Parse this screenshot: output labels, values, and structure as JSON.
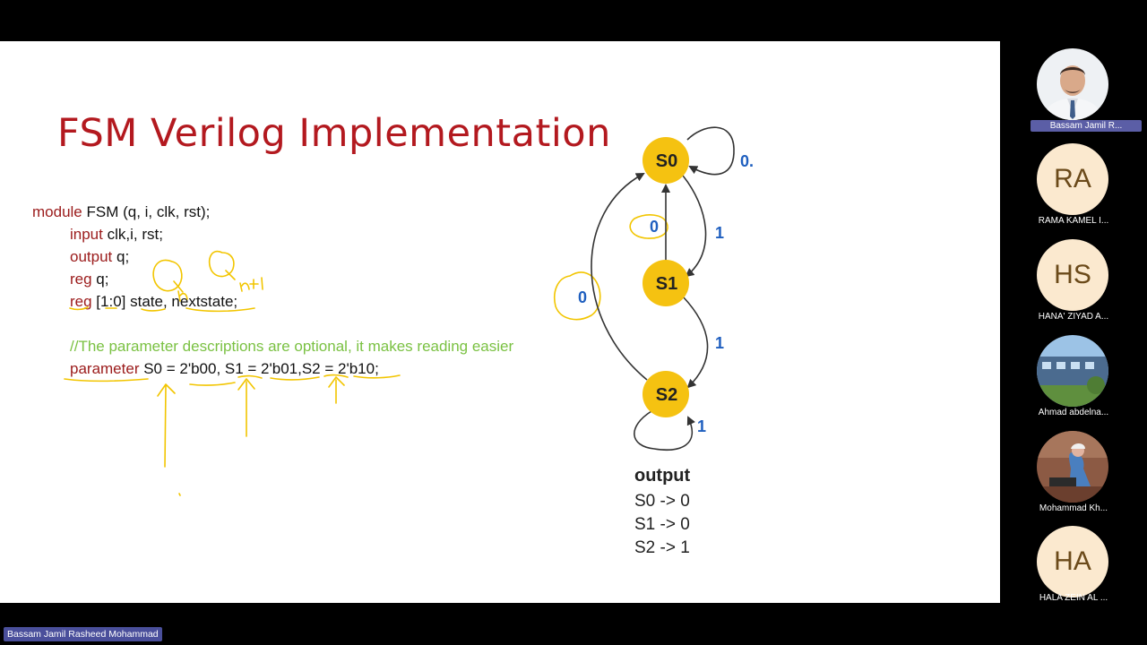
{
  "slide": {
    "title": "FSM Verilog Implementation",
    "code": {
      "line1_kw": "module",
      "line1_rest": " FSM (q, i, clk, rst);",
      "line2_kw": "input",
      "line2_rest": " clk,i, rst;",
      "line3_kw": "output",
      "line3_rest": " q;",
      "line4_kw": "reg",
      "line4_rest": " q;",
      "line5_kw": "reg",
      "line5_rest": " [1:0] state, nextstate;",
      "comment": "//The parameter descriptions are optional, it makes reading easier",
      "param_kw": "parameter",
      "param_rest": " S0 = 2'b00, S1 = 2'b01,S2 = 2'b10;"
    },
    "fsm": {
      "states": [
        "S0",
        "S1",
        "S2"
      ],
      "edge_labels": {
        "s0_self": "0.",
        "s0_s1": "1",
        "s1_s0": "0",
        "s1_s2": "1",
        "s2_s0": "0",
        "s2_self": "1"
      }
    },
    "output": {
      "title": "output",
      "lines": [
        "S0 -> 0",
        "S1 -> 0",
        "S2 -> 1"
      ]
    }
  },
  "participants": [
    {
      "name": "Bassam Jamil R...",
      "type": "photo"
    },
    {
      "name": "RAMA KAMEL I...",
      "initials": "RA"
    },
    {
      "name": "HANA' ZIYAD A...",
      "initials": "HS"
    },
    {
      "name": "Ahmad abdelna...",
      "type": "photo"
    },
    {
      "name": "Mohammad Kh...",
      "type": "photo"
    },
    {
      "name": "HALA ZEIN AL ...",
      "initials": "HA"
    }
  ],
  "presenter_label": "Bassam Jamil Rasheed Mohammad",
  "colors": {
    "title": "#b3191f",
    "keyword": "#9b1b1b",
    "comment": "#7ac142",
    "state_fill": "#f5c211",
    "edge_label": "#1f5fbf",
    "annotation": "#f2c500",
    "name_highlight": "#5b5ea6"
  }
}
